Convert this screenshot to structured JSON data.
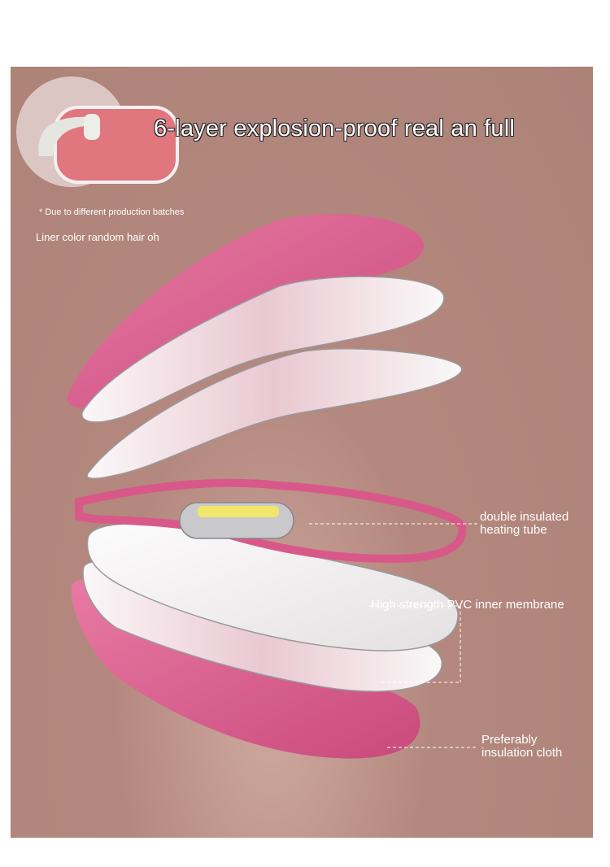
{
  "title": "6-layer explosion-proof real an full",
  "note": {
    "disclaimer": "* Due to different production batches",
    "liner": "Liner color random hair oh"
  },
  "labels": {
    "heating_tube": [
      "double insulated",
      "heating tube"
    ],
    "membrane": "High strength PVC inner membrane",
    "cloth": [
      "Preferably",
      "insulation cloth"
    ]
  },
  "colors": {
    "background": "#b0857b",
    "pink": "#d9588a",
    "white_layer": "#f2eeee"
  }
}
